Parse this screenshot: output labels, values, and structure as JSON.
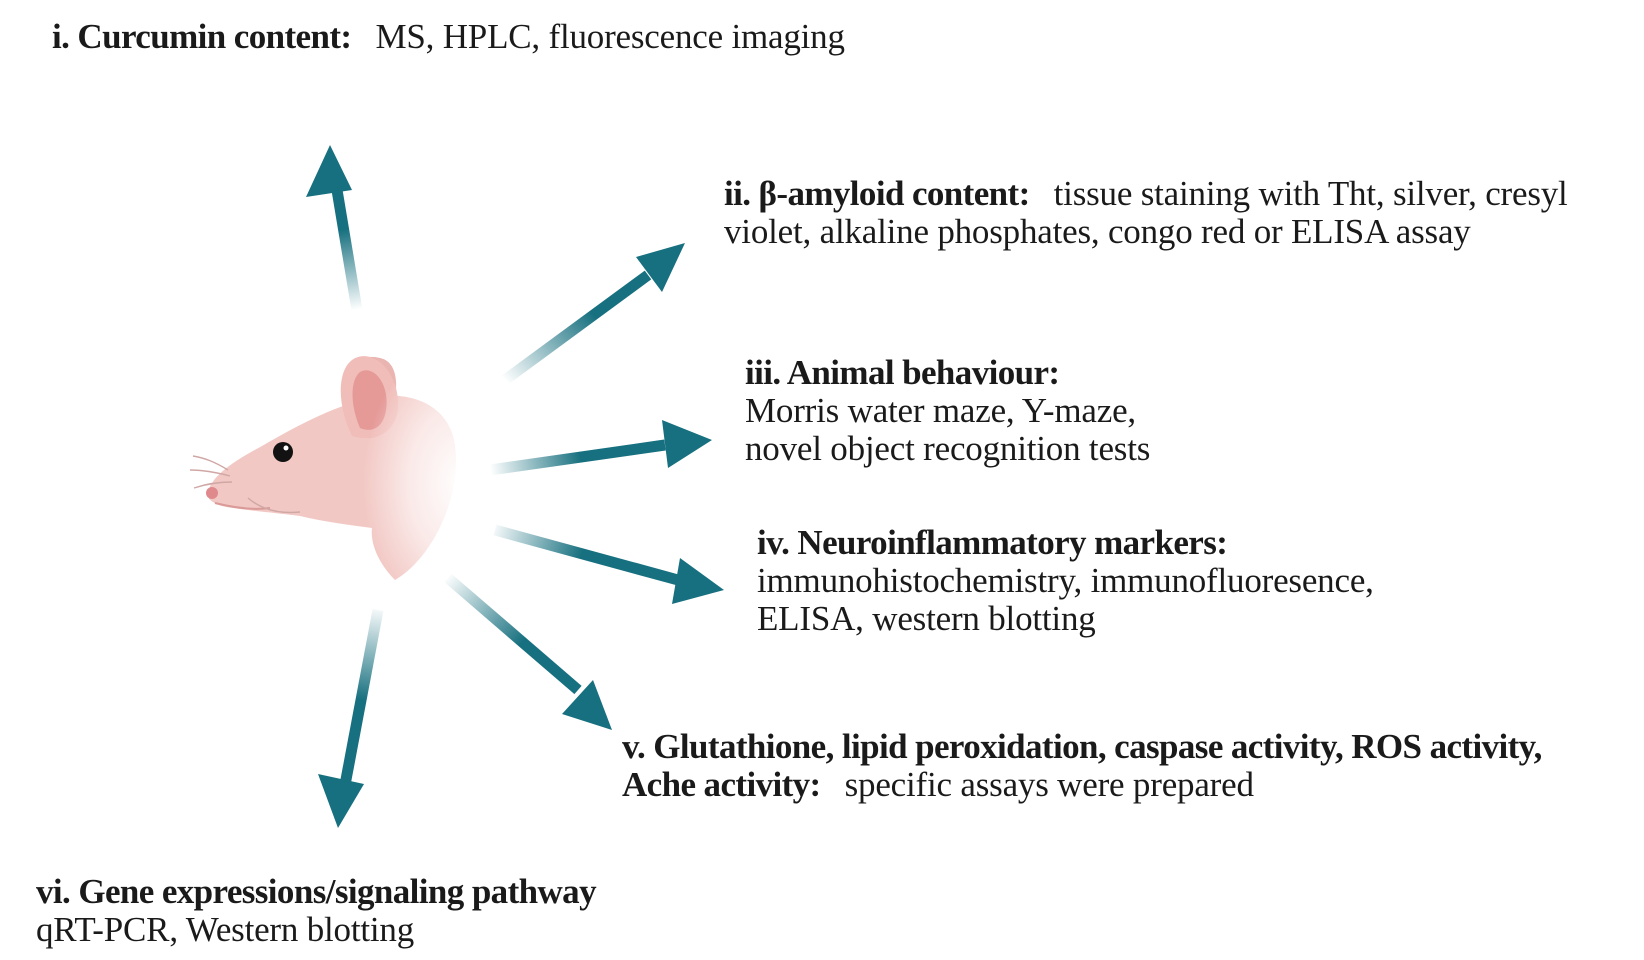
{
  "colors": {
    "arrow": "#17707f",
    "rat_body": "#f2c8c4",
    "rat_ear_inner": "#e59a98",
    "text": "#1a1a1a"
  },
  "labels": {
    "i": {
      "heading": "i. Curcumin content:",
      "text": "MS, HPLC, fluorescence imaging"
    },
    "ii": {
      "heading": "ii. β-amyloid content:",
      "text": "tissue staining with Tht, silver, cresyl",
      "line2": "violet, alkaline phosphates, congo red or ELISA assay"
    },
    "iii": {
      "heading": "iii. Animal behaviour:",
      "line1": "Morris water maze, Y-maze,",
      "line2": "novel object recognition tests"
    },
    "iv": {
      "heading": "iv. Neuroinflammatory markers:",
      "line1": "immunohistochemistry, immunofluoresence,",
      "line2": "ELISA, western blotting"
    },
    "v": {
      "heading": "v. Glutathione,  lipid peroxidation, caspase activity, ROS activity,",
      "heading2": "Ache activity:",
      "text": "specific assays were prepared"
    },
    "vi": {
      "heading": "vi. Gene expressions/signaling pathway",
      "line1": "qRT-PCR, Western blotting"
    }
  },
  "icons": [
    "rat-head-icon",
    "arrow-icon"
  ]
}
